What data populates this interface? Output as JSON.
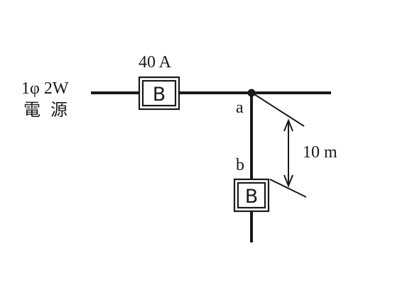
{
  "source": {
    "line1": "1φ 2W",
    "line2": "電 源"
  },
  "main_breaker": {
    "rating": "40 A",
    "symbol": "B"
  },
  "branch_breaker": {
    "symbol": "B"
  },
  "points": {
    "a": "a",
    "b": "b"
  },
  "dimension": {
    "length": "10 m"
  }
}
